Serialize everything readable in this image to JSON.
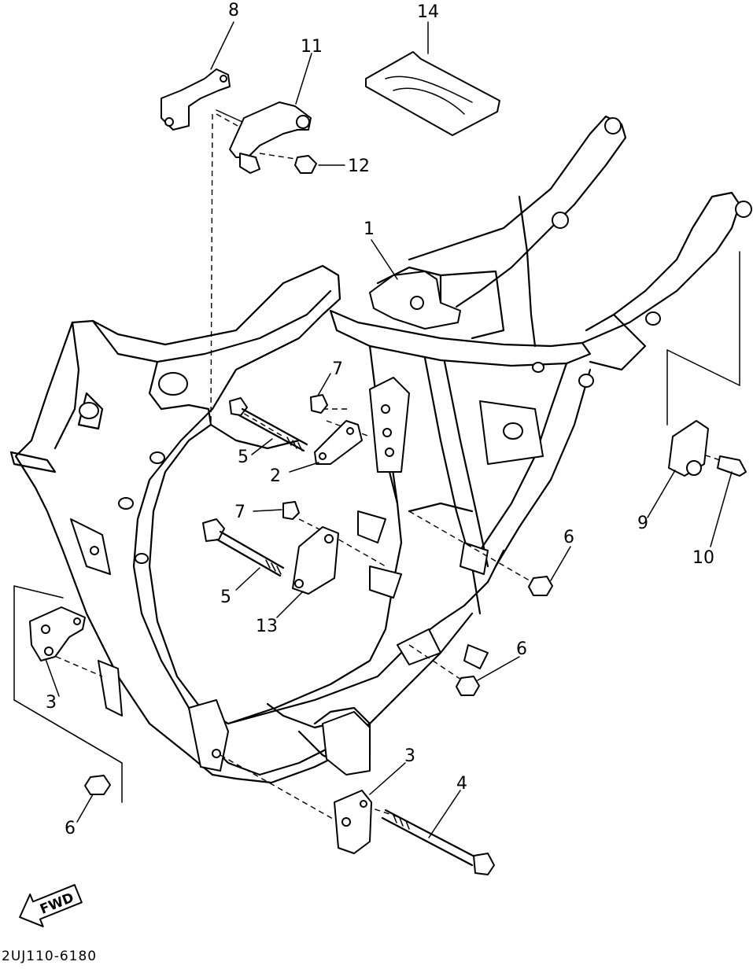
{
  "diagram": {
    "callouts": [
      {
        "id": "c1",
        "text": "1"
      },
      {
        "id": "c2",
        "text": "2"
      },
      {
        "id": "c3a",
        "text": "3"
      },
      {
        "id": "c3b",
        "text": "3"
      },
      {
        "id": "c4",
        "text": "4"
      },
      {
        "id": "c5a",
        "text": "5"
      },
      {
        "id": "c5b",
        "text": "5"
      },
      {
        "id": "c6a",
        "text": "6"
      },
      {
        "id": "c6b",
        "text": "6"
      },
      {
        "id": "c6c",
        "text": "6"
      },
      {
        "id": "c7a",
        "text": "7"
      },
      {
        "id": "c7b",
        "text": "7"
      },
      {
        "id": "c8",
        "text": "8"
      },
      {
        "id": "c9",
        "text": "9"
      },
      {
        "id": "c10",
        "text": "10"
      },
      {
        "id": "c11",
        "text": "11"
      },
      {
        "id": "c12",
        "text": "12"
      },
      {
        "id": "c13",
        "text": "13"
      },
      {
        "id": "c14",
        "text": "14"
      }
    ],
    "fwd_label": "FWD",
    "drawing_code": "2UJ110-6180"
  }
}
